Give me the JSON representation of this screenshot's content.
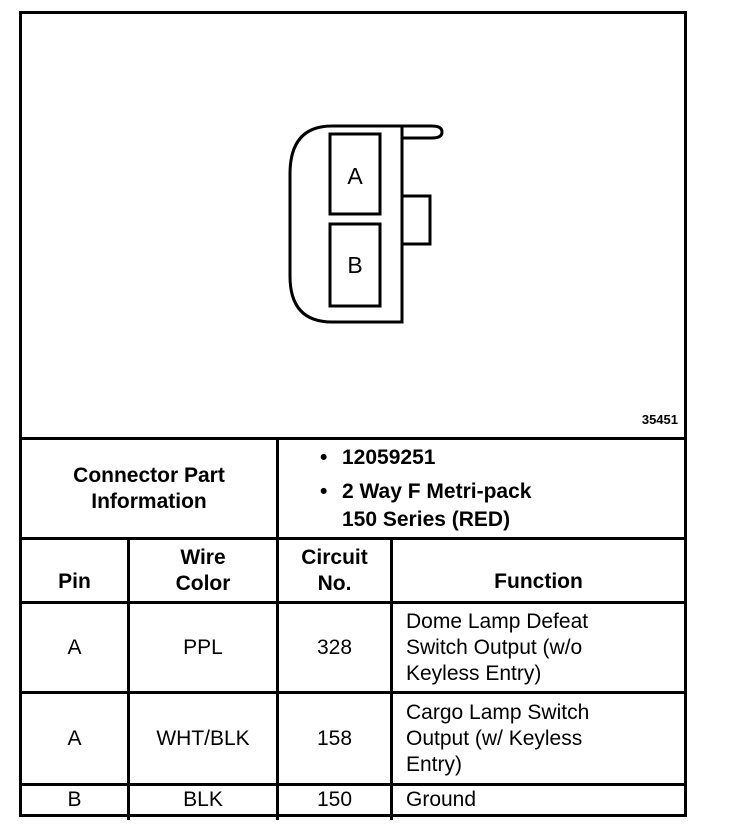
{
  "diagram": {
    "figure_id": "35451",
    "cavities": [
      "A",
      "B"
    ]
  },
  "connector_info": {
    "label_line1": "Connector Part",
    "label_line2": "Information",
    "bullets": [
      {
        "lines": [
          "12059251"
        ]
      },
      {
        "lines": [
          "2 Way F Metri-pack",
          "150 Series (RED)"
        ]
      }
    ]
  },
  "table": {
    "headers": {
      "pin": "Pin",
      "wire_line1": "Wire",
      "wire_line2": "Color",
      "circuit_line1": "Circuit",
      "circuit_line2": "No.",
      "function": "Function"
    },
    "rows": [
      {
        "pin": "A",
        "color": "PPL",
        "circuit": "328",
        "function": [
          "Dome Lamp Defeat",
          "Switch Output (w/o",
          "Keyless Entry)"
        ]
      },
      {
        "pin": "A",
        "color": "WHT/BLK",
        "circuit": "158",
        "function": [
          "Cargo Lamp Switch",
          "Output (w/ Keyless",
          "Entry)"
        ]
      },
      {
        "pin": "B",
        "color": "BLK",
        "circuit": "150",
        "function": [
          "Ground"
        ]
      }
    ]
  }
}
